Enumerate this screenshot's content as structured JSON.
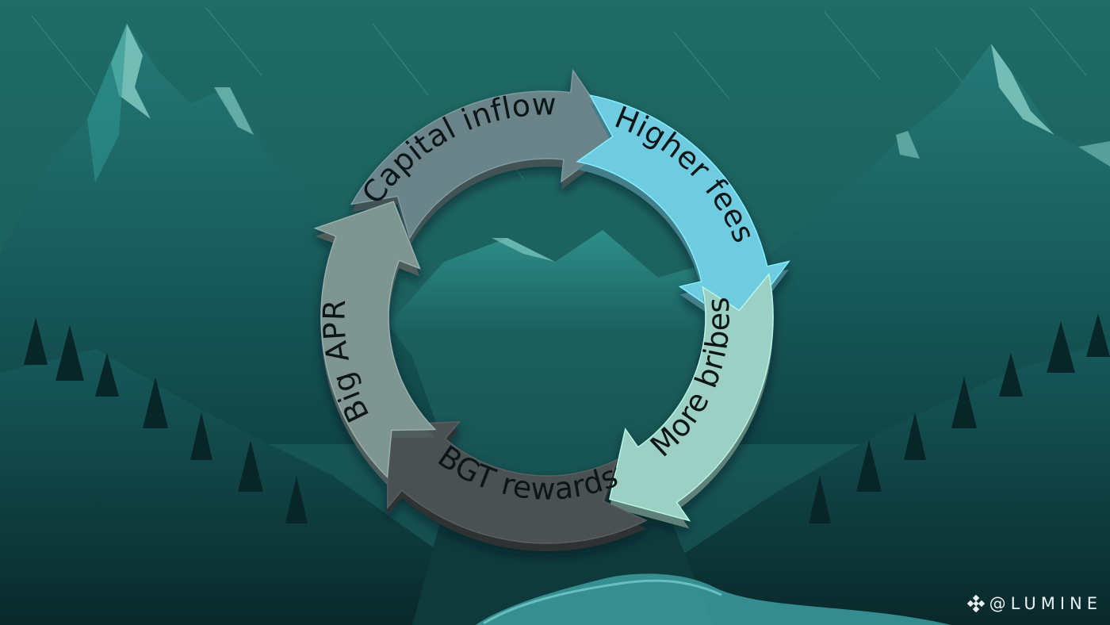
{
  "cycle": {
    "steps": [
      {
        "label": "Capital inflow",
        "color": "#6a8489"
      },
      {
        "label": "Higher fees",
        "color": "#6ecbe0"
      },
      {
        "label": "More bribes",
        "color": "#9cd0c4"
      },
      {
        "label": "BGT rewards",
        "color": "#4b5152"
      },
      {
        "label": "Big APR",
        "color": "#7f9592"
      }
    ]
  },
  "watermark": {
    "text": "@LUMINE",
    "icon": "diamond-logo-icon"
  },
  "colors": {
    "sky": "#1a6360",
    "mountain_dark": "#0c3537",
    "mountain_mid": "#17575a",
    "mountain_light": "#2a8a87",
    "snow": "#8fd6cc",
    "river": "#4fb1b1"
  }
}
